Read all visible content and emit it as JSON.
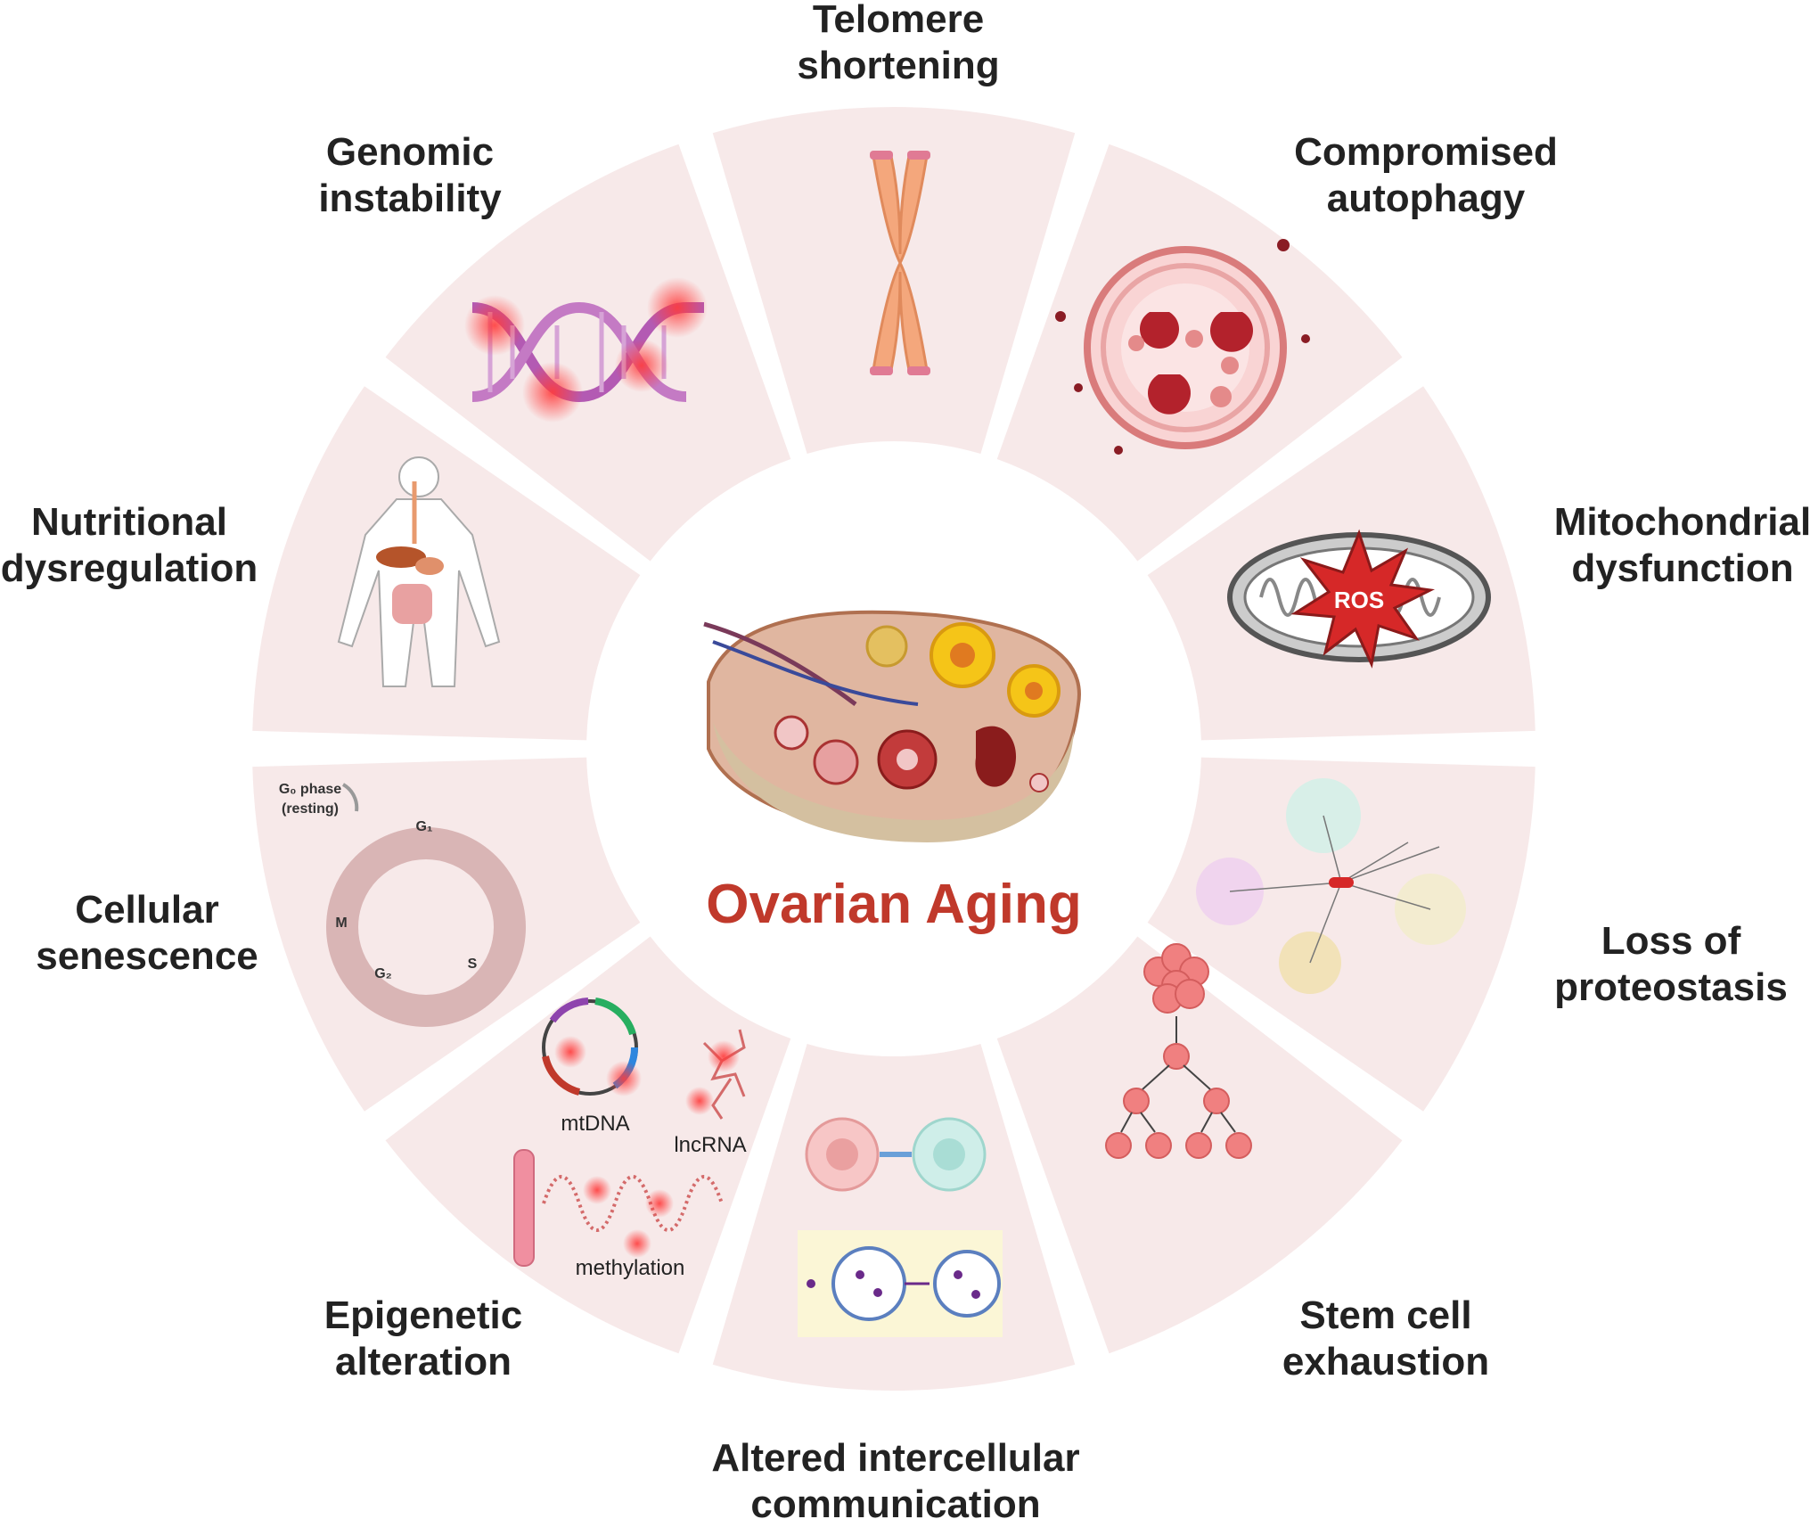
{
  "diagram": {
    "center_title": "Ovarian Aging",
    "hallmarks": [
      {
        "id": "telomere",
        "line1": "Telomere",
        "line2": "shortening"
      },
      {
        "id": "autophagy",
        "line1": "Compromised",
        "line2": "autophagy"
      },
      {
        "id": "mito",
        "line1": "Mitochondrial",
        "line2": "dysfunction"
      },
      {
        "id": "proteo",
        "line1": "Loss of",
        "line2": "proteostasis"
      },
      {
        "id": "stem",
        "line1": "Stem cell",
        "line2": "exhaustion"
      },
      {
        "id": "comm",
        "line1": "Altered intercellular",
        "line2": "communication"
      },
      {
        "id": "epi",
        "line1": "Epigenetic",
        "line2": "alteration"
      },
      {
        "id": "senescence",
        "line1": "Cellular",
        "line2": "senescence"
      },
      {
        "id": "nutri",
        "line1": "Nutritional",
        "line2": "dysregulation"
      },
      {
        "id": "genomic",
        "line1": "Genomic",
        "line2": "instability"
      }
    ],
    "icon_labels": {
      "ros": "ROS",
      "g0_phase": "G₀ phase",
      "resting": "(resting)",
      "g1": "G₁",
      "g2": "G₂",
      "s": "S",
      "m": "M",
      "mtdna": "mtDNA",
      "lncrna": "lncRNA",
      "methylation": "methylation"
    },
    "colors": {
      "segment_fill": "#f7e9e9",
      "title_red": "#c0392b",
      "label_dark": "#222222"
    }
  }
}
